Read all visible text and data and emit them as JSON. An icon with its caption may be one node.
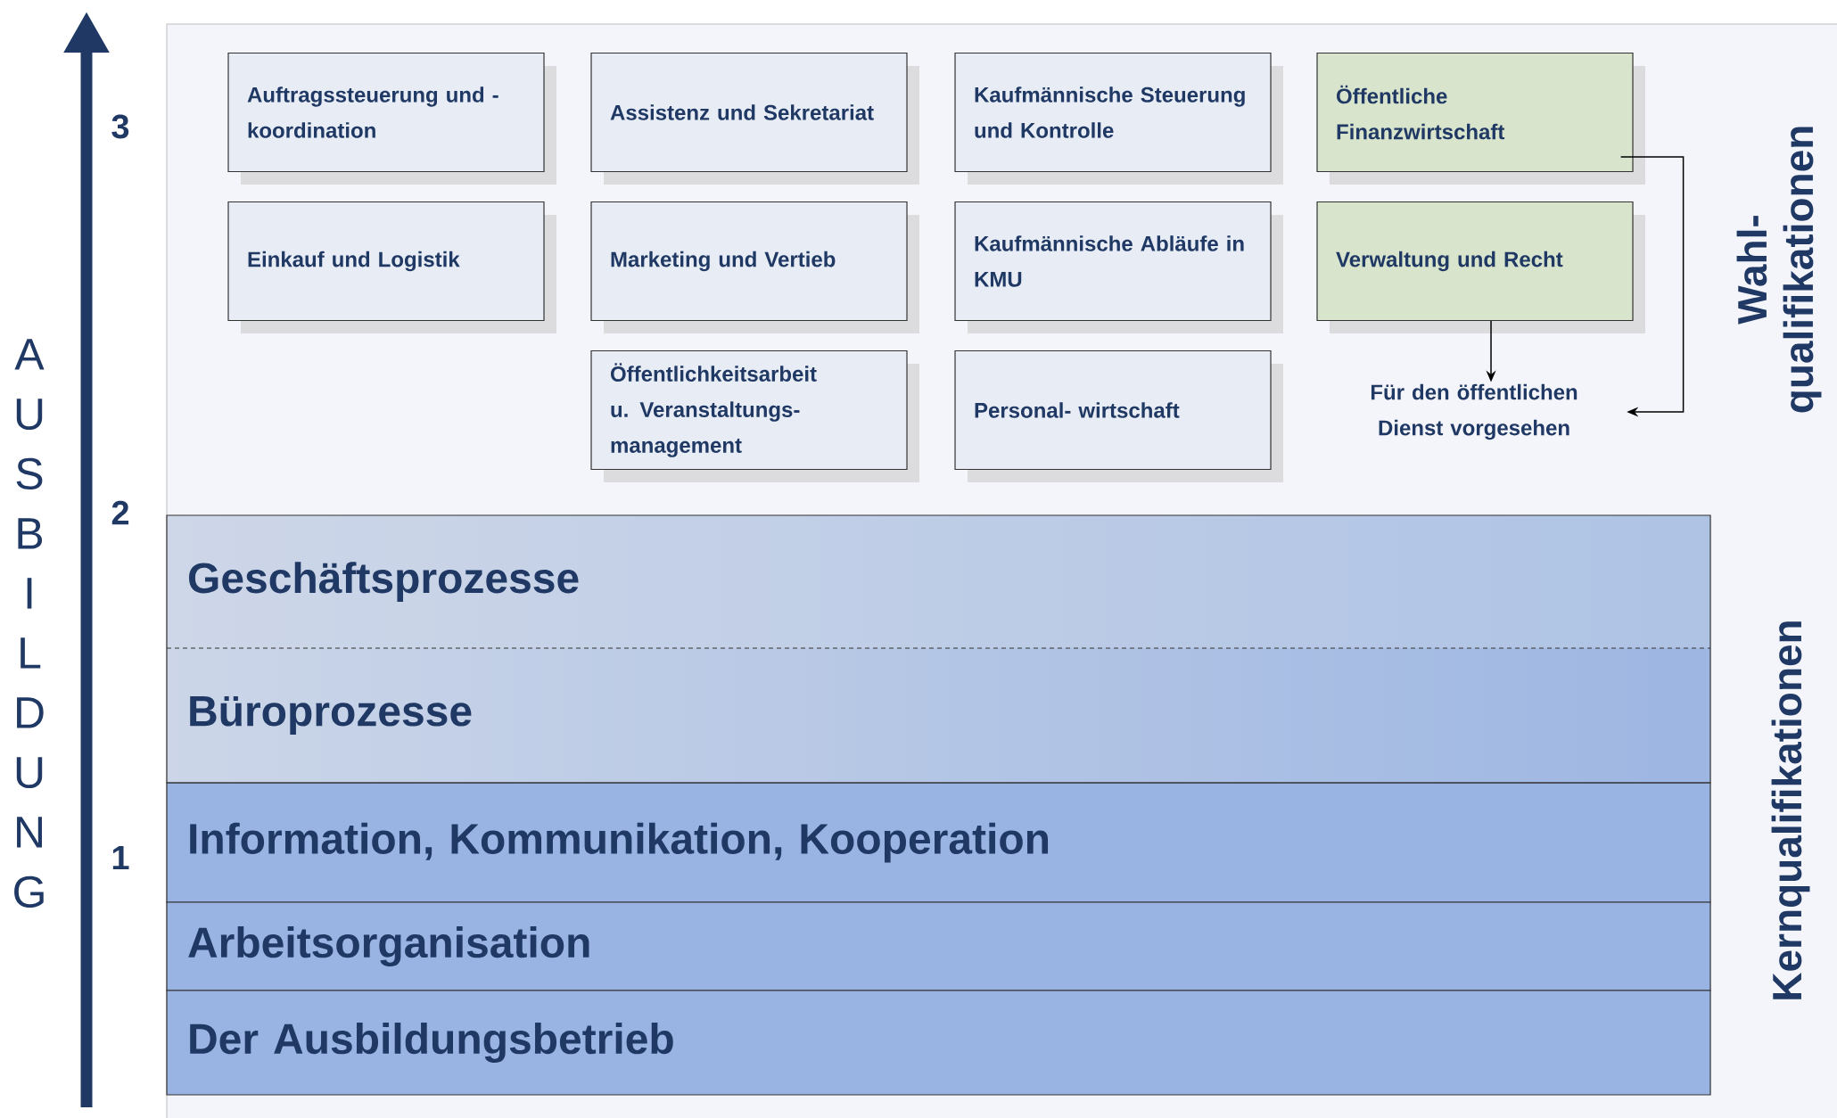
{
  "diagram": {
    "nodes": [
      {
        "text": [
          "Auftragssteuerung und -koordination"
        ]
      },
      {
        "text": [
          "Assistenz und Sekretariat"
        ]
      },
      {
        "text": [
          "Kaufmännische Steuerung und Kontrolle"
        ]
      },
      {
        "text": [
          "Öffentliche Finanzwirtschaft"
        ]
      },
      {
        "text": [
          "Einkauf und Logistik"
        ]
      },
      {
        "text": [
          "Marketing und Vertieb"
        ]
      },
      {
        "text": [
          "Kaufmännische Abläufe in KMU"
        ]
      },
      {
        "text": [
          "Verwaltung und Recht"
        ]
      },
      {
        "text": [
          "Öffentlichkeitsarbeit u. Veranstaltungs- management"
        ]
      },
      {
        "text": [
          "Personal- wirtschaft"
        ]
      },
      {
        "text": [
          "Für den öffentlichen Dienst vorgesehen"
        ]
      },
      {
        "text": [
          "Geschäftsprozesse"
        ]
      },
      {
        "text": [
          "Büroprozesse"
        ]
      },
      {
        "text": [
          "Information, Kommunikation, Kooperation"
        ]
      },
      {
        "text": [
          "Arbeitsorganisation"
        ]
      },
      {
        "text": [
          "Der Ausbildungsbetrieb"
        ]
      }
    ],
    "edges": [
      {
        "from": 3,
        "to": 10,
        "arrow": "to"
      },
      {
        "from": 7,
        "to": 10,
        "arrow": "to"
      }
    ],
    "labels": [
      "3",
      "2",
      "1",
      "AUSBILDUNG",
      "Wahl- qualifikationen",
      "Kernqualifikationen"
    ]
  }
}
